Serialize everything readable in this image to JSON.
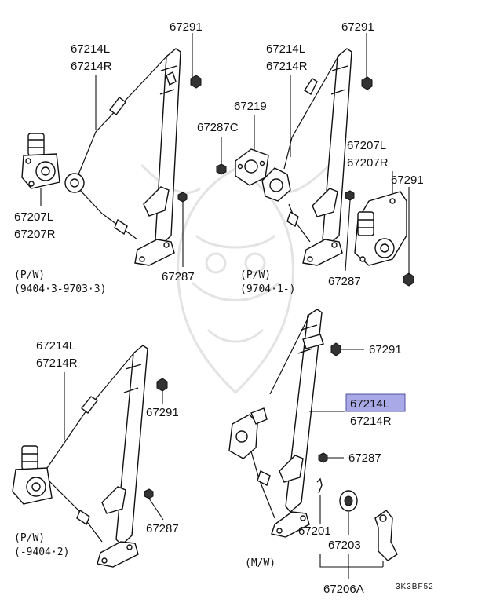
{
  "diagram": {
    "callouts": {
      "tl_bolt": "67291",
      "tl_reg_l": "67214L",
      "tl_reg_r": "67214R",
      "tl_motor_l": "67207L",
      "tl_motor_r": "67207R",
      "tl_bolt2": "67287",
      "tl_spec": "(P/W)",
      "tl_date": "(9404·3-9703·3)",
      "tr_bolt": "67291",
      "tr_reg_l": "67214L",
      "tr_reg_r": "67214R",
      "tr_plate": "67219",
      "tr_bolt3": "67287C",
      "tr_motor_l": "67207L",
      "tr_motor_r": "67207R",
      "tr_bolt4": "67291",
      "tr_bolt2": "67287",
      "tr_spec": "(P/W)",
      "tr_date": "(9704·1-)",
      "bl_reg_l": "67214L",
      "bl_reg_r": "67214R",
      "bl_bolt": "67291",
      "bl_bolt2": "67287",
      "bl_spec": "(P/W)",
      "bl_date": "(-9404·2)",
      "br_bolt": "67291",
      "br_reg_l": "67214L",
      "br_reg_r": "67214R",
      "br_bolt2": "67287",
      "br_clip": "67201",
      "br_washer": "67203",
      "br_handle": "67206A",
      "br_spec": "(M/W)"
    },
    "diagram_code": "3K3BF52",
    "highlight_color": "#a9a9e8"
  }
}
